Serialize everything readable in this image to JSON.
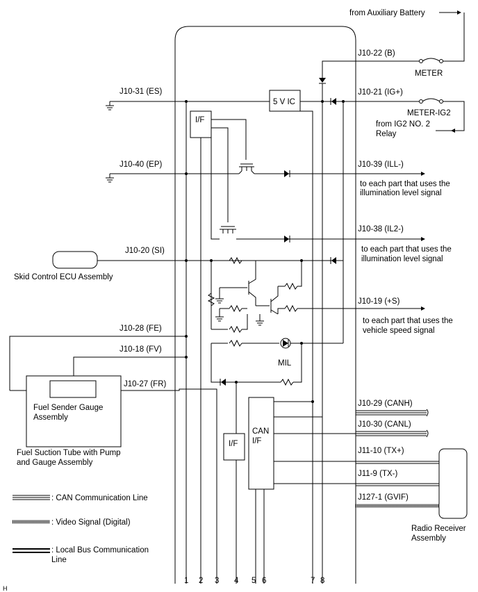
{
  "connectors": {
    "j10_22": "J10-22 (B)",
    "j10_31": "J10-31 (ES)",
    "j10_21": "J10-21 (IG+)",
    "j10_40": "J10-40 (EP)",
    "j10_39": "J10-39 (ILL-)",
    "j10_38": "J10-38 (IL2-)",
    "j10_20": "J10-20 (SI)",
    "j10_19": "J10-19 (+S)",
    "j10_28": "J10-28 (FE)",
    "j10_18": "J10-18 (FV)",
    "j10_27": "J10-27 (FR)",
    "j10_29": "J10-29 (CANH)",
    "j10_30": "J10-30 (CANL)",
    "j11_10": "J11-10 (TX+)",
    "j11_9": "J11-9 (TX-)",
    "j127_1": "J127-1 (GVIF)"
  },
  "labels": {
    "aux_battery": "from Auxiliary Battery",
    "meter_fuse": "METER",
    "meter_ig2_fuse": "METER-IG2",
    "ig2_relay_line1": "from IG2 NO. 2",
    "ig2_relay_line2": "Relay",
    "ic_5v": "5 V IC",
    "if_top": "I/F",
    "if_bottom": "I/F",
    "can_if_line1": "CAN",
    "can_if_line2": "I/F",
    "mil": "MIL",
    "ill_note_line1": "to each part that uses the",
    "ill_note_line2": "illumination level signal",
    "il2_note_line1": "to each part that uses the",
    "il2_note_line2": "illumination level signal",
    "speed_note_line1": "to each part that uses the",
    "speed_note_line2": "vehicle speed signal",
    "skid_ecu": "Skid Control ECU Assembly",
    "fuel_sender_line1": "Fuel Sender Gauge",
    "fuel_sender_line2": "Assembly",
    "fuel_tube_line1": "Fuel Suction Tube with Pump",
    "fuel_tube_line2": "and Gauge Assembly",
    "radio_line1": "Radio Receiver",
    "radio_line2": "Assembly",
    "corner_mark": "H"
  },
  "legend": {
    "can_line": ": CAN Communication Line",
    "video_signal": ": Video Signal (Digital)",
    "local_bus_line1": ": Local Bus Communication",
    "local_bus_line2": "Line"
  },
  "bottom_numbers": [
    "1",
    "2",
    "3",
    "4",
    "5",
    "6",
    "7",
    "8"
  ]
}
